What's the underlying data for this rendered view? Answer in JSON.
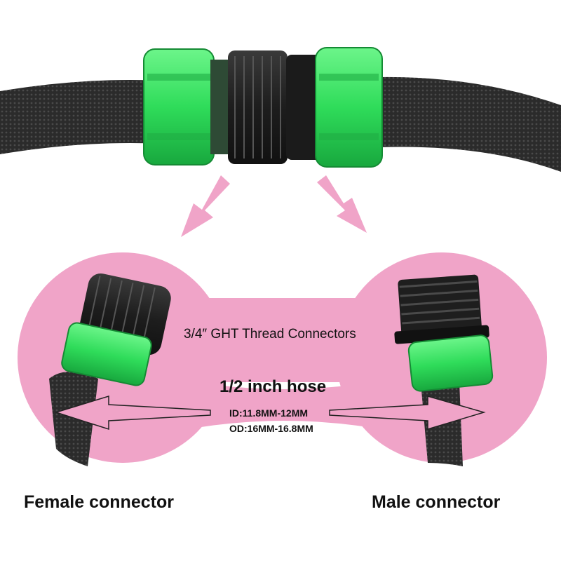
{
  "colors": {
    "pink": "#f0a4c8",
    "connector_green": "#2ee05c",
    "connector_dark_green": "#1a6a30",
    "hose_black": "#2a2a2a",
    "thread_black": "#1e1e1e"
  },
  "labels": {
    "thread": "3/4″ GHT Thread  Connectors",
    "hose_size": "1/2 inch hose",
    "hose_id": "ID:11.8MM-12MM",
    "hose_od": "OD:16MM-16.8MM",
    "female": "Female connector",
    "male": "Male connector"
  }
}
